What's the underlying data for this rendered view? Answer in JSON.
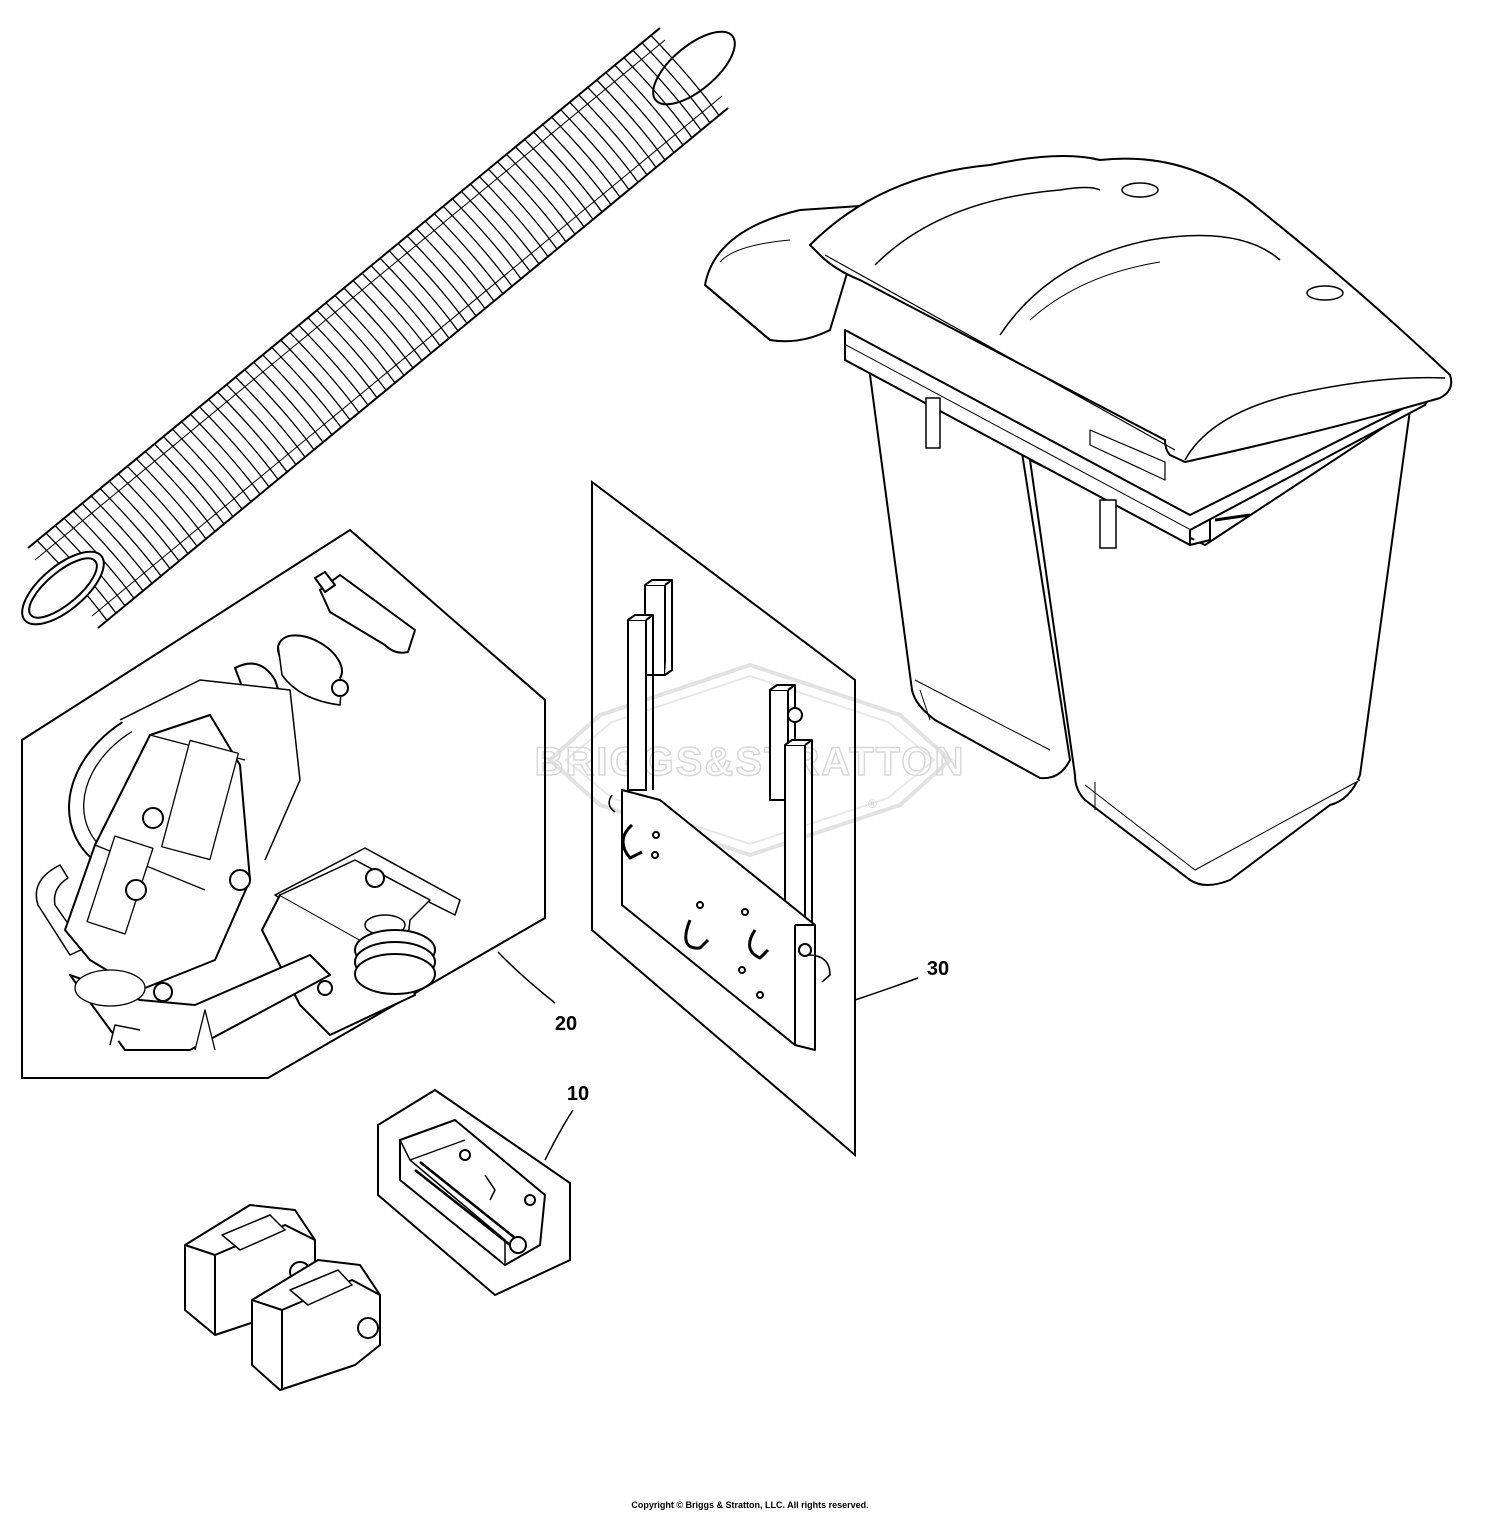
{
  "watermark": {
    "brand": "BRIGGS&STRATTON",
    "trademark": "®"
  },
  "callouts": {
    "item_10": "10",
    "item_20": "20",
    "item_30": "30"
  },
  "footer": {
    "copyright": "Copyright © Briggs & Stratton, LLC. All rights reserved."
  },
  "colors": {
    "line": "#000000",
    "fill": "#ffffff",
    "watermark": "#d8d8d8"
  }
}
